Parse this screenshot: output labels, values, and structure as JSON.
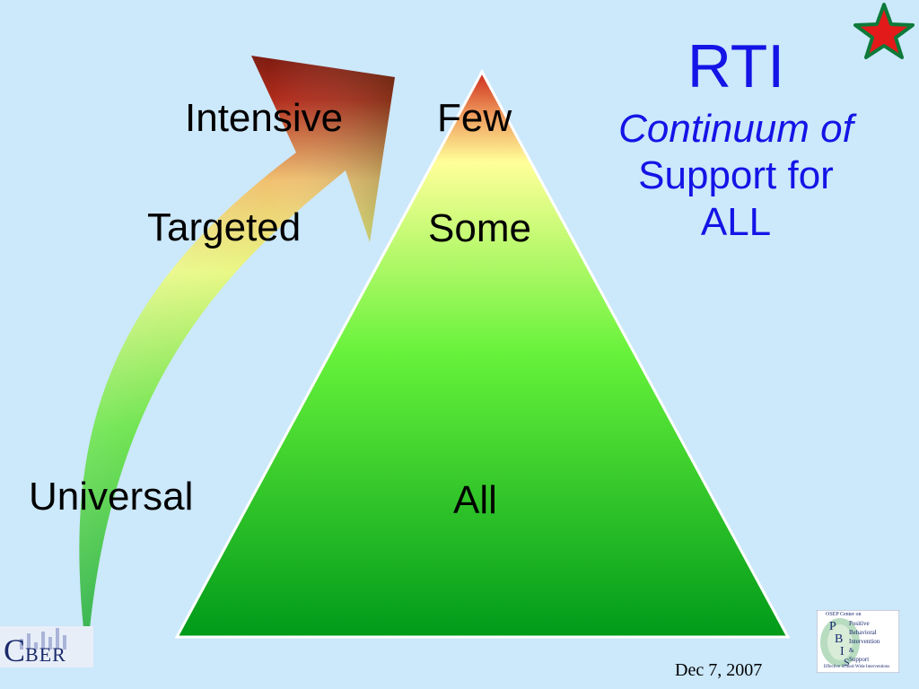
{
  "title": {
    "main": "RTI",
    "sub": "Continuum of",
    "sub2_line1": "Support for",
    "sub2_line2": "ALL"
  },
  "arrow_tiers": {
    "intensive": "Intensive",
    "targeted": "Targeted",
    "universal": "Universal"
  },
  "pyramid_tiers": {
    "few": "Few",
    "some": "Some",
    "all": "All"
  },
  "footer": {
    "date": "Dec 7, 2007",
    "cber_logo": {
      "initial": "C",
      "rest": "BER"
    },
    "pbis_logo": {
      "header": "OSEP Center on",
      "lines": [
        "Positive",
        "Behavioral",
        "Intervention",
        "&",
        "Support"
      ],
      "tagline": "Effective School-Wide Interventions"
    }
  },
  "colors": {
    "background": "#cce8fb",
    "title": "#1414e6",
    "tier_red": "#cc2a1a",
    "tier_yellow": "#ffff99",
    "tier_green": "#5ef23a",
    "tier_dark_green": "#009a1a",
    "star": "#e21a1a",
    "star_outline": "#0c7a3a"
  },
  "icons": {
    "corner": "star-icon",
    "left_logo": "cber-logo",
    "right_logo": "pbis-logo"
  }
}
